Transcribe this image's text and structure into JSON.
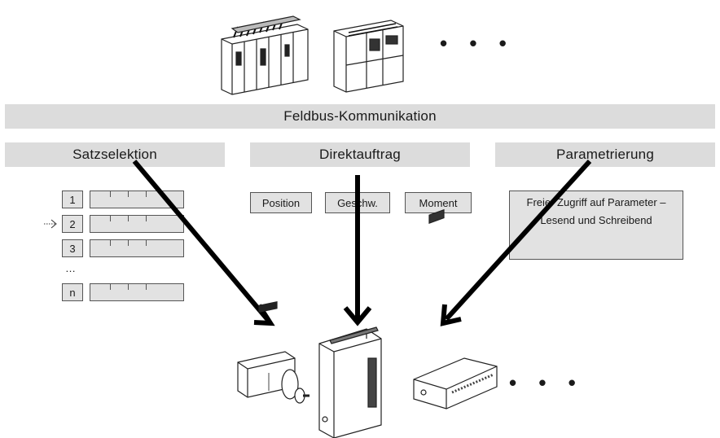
{
  "header_bar": {
    "label": "Feldbus-Kommunikation"
  },
  "modes": [
    {
      "label": "Satzselektion"
    },
    {
      "label": "Direktauftrag"
    },
    {
      "label": "Parametrierung"
    }
  ],
  "records": [
    {
      "label": "1"
    },
    {
      "label": "2"
    },
    {
      "label": "3"
    },
    {
      "label": "…"
    },
    {
      "label": "n"
    }
  ],
  "direct_fields": [
    {
      "label": "Position"
    },
    {
      "label": "Geschw."
    },
    {
      "label": "Moment"
    }
  ],
  "parameter_box": {
    "line1": "Freier Zugriff auf Parameter –",
    "line2": "Lesend und Schreibend"
  },
  "more_controllers": "• • •",
  "more_drives": "• • •",
  "colors": {
    "bar_fill": "#dcdcdc",
    "box_fill": "#e2e2e2",
    "arrow": "#000000"
  },
  "icons": [
    "plc-rack-icon",
    "plc-compact-icon",
    "servo-motor-icon",
    "servo-drive-icon",
    "motor-controller-icon",
    "arrow-icon"
  ]
}
